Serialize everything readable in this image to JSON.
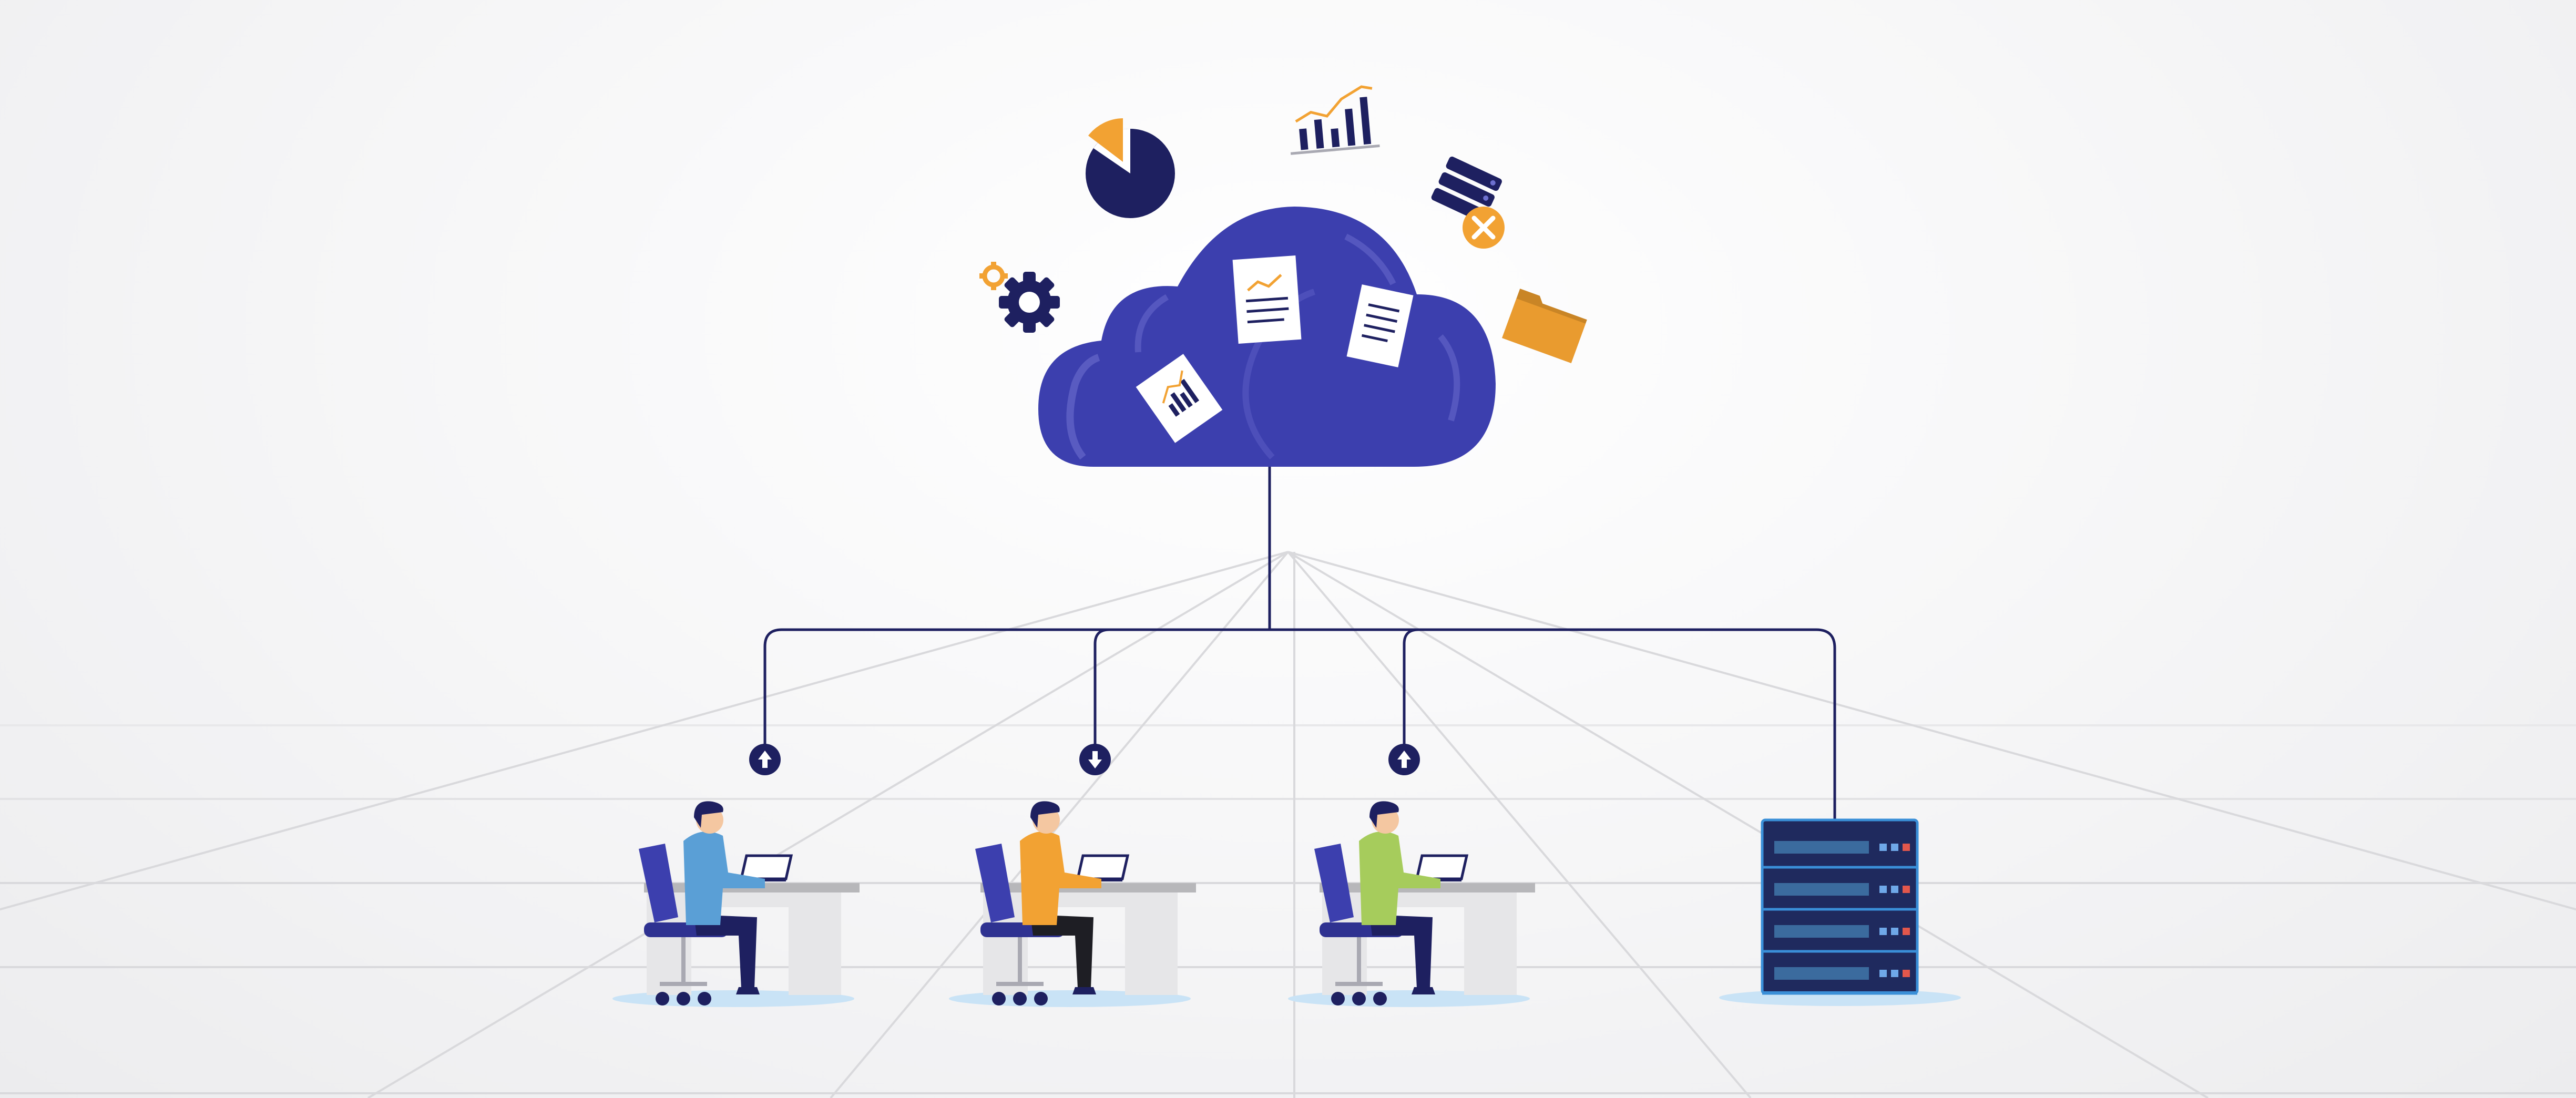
{
  "colors": {
    "cloud": "#3c3fae",
    "cloud_highlight": "#6d70cf",
    "navy": "#1e2060",
    "orange": "#f2a233",
    "folder": "#e99b2f",
    "paper": "#ffffff",
    "server_body": "#1f2a5e",
    "server_edge": "#3a8fd8",
    "server_slot": "#3b6b9e",
    "floor_line": "#d7d7da",
    "shadow": "#c9e3f6",
    "desk": "#e6e6e8",
    "desk_top": "#b7b7ba"
  },
  "icons": [
    "pie-chart-icon",
    "bar-chart-icon",
    "gear-icon",
    "database-icon",
    "wrench-icon",
    "folder-icon",
    "document-icon",
    "upload-arrow-icon",
    "download-arrow-icon",
    "server-rack-icon",
    "laptop-icon"
  ],
  "nodes": [
    {
      "role": "worker",
      "shirt": "#5a9fd6",
      "pants": "#1e2060",
      "hair": "#1e2060",
      "arrow": "up"
    },
    {
      "role": "worker",
      "shirt": "#f2a233",
      "pants": "#1e1e24",
      "hair": "#1e2060",
      "arrow": "down"
    },
    {
      "role": "worker",
      "shirt": "#a6cc5c",
      "pants": "#1e2060",
      "hair": "#1e2060",
      "arrow": "up"
    },
    {
      "role": "server"
    }
  ]
}
